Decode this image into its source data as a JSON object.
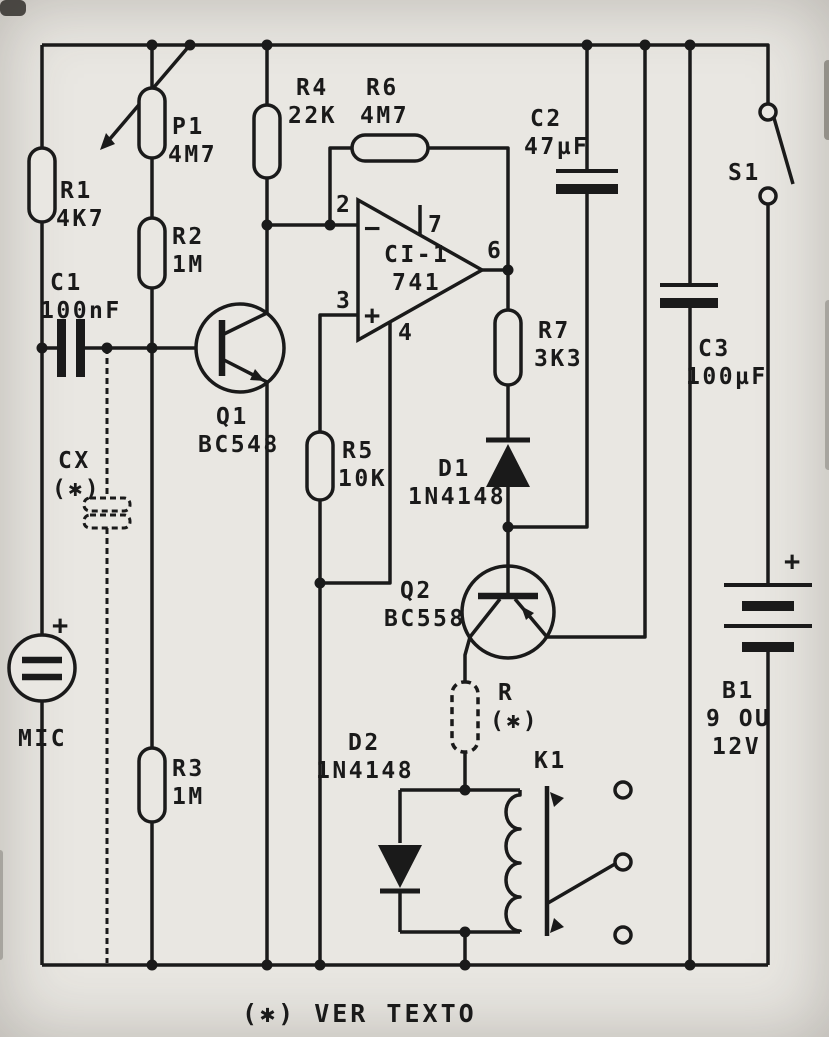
{
  "footnote": "(✱) VER TEXTO",
  "colors": {
    "ink": "#1a1a1a",
    "paper": "#e9e7e2"
  },
  "components": {
    "r1": {
      "ref": "R1",
      "value": "4K7"
    },
    "p1": {
      "ref": "P1",
      "value": "4M7"
    },
    "r2": {
      "ref": "R2",
      "value": "1M"
    },
    "r3": {
      "ref": "R3",
      "value": "1M"
    },
    "r4": {
      "ref": "R4",
      "value": "22K"
    },
    "r5": {
      "ref": "R5",
      "value": "10K"
    },
    "r6": {
      "ref": "R6",
      "value": "4M7"
    },
    "r7": {
      "ref": "R7",
      "value": "3K3"
    },
    "r_ast": {
      "ref": "R",
      "value": "(✱)"
    },
    "c1": {
      "ref": "C1",
      "value": "100nF"
    },
    "c2": {
      "ref": "C2",
      "value": "47µF"
    },
    "c3": {
      "ref": "C3",
      "value": "100µF"
    },
    "cx": {
      "ref": "CX",
      "value": "(✱)"
    },
    "d1": {
      "ref": "D1",
      "value": "1N4148"
    },
    "d2": {
      "ref": "D2",
      "value": "1N4148"
    },
    "q1": {
      "ref": "Q1",
      "value": "BC548"
    },
    "q2": {
      "ref": "Q2",
      "value": "BC558"
    },
    "k1": {
      "ref": "K1"
    },
    "s1": {
      "ref": "S1"
    },
    "b1": {
      "ref": "B1",
      "value_line1": "9 OU",
      "value_line2": "12V",
      "polarity": "+"
    },
    "mic": {
      "ref": "MIC",
      "polarity": "+"
    },
    "ci1": {
      "ref": "CI-1",
      "value": "741",
      "pin_inverting": "2",
      "pin_noninverting": "3",
      "pin_output": "6",
      "pin_vplus": "7",
      "pin_vminus": "4",
      "inverting_sign": "−",
      "noninverting_sign": "+"
    }
  }
}
